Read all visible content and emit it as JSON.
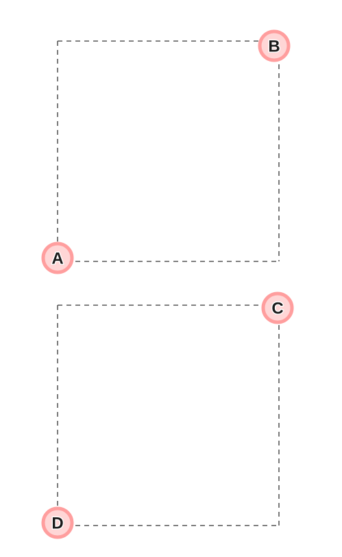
{
  "colors": {
    "background": "#ffffff",
    "guide_line": "#333333",
    "marker_fill": "#ffd6d6",
    "marker_ring": "#ff9e9e",
    "label_text": "#1a1a1a",
    "label_halo": "#ffffff"
  },
  "markers": {
    "a": "A",
    "b": "B",
    "c": "C",
    "d": "D"
  }
}
